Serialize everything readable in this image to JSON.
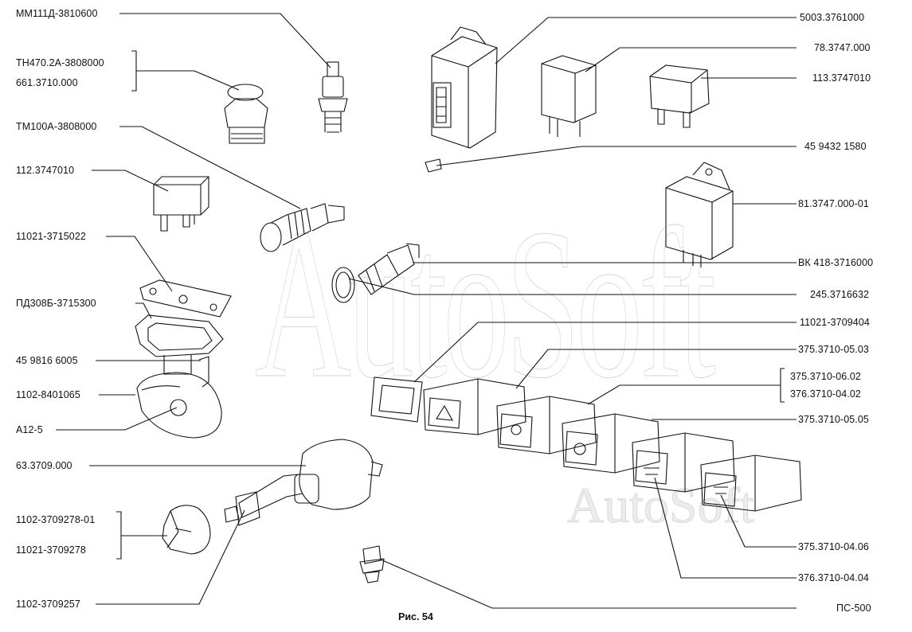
{
  "caption": "Рис. 54",
  "watermark": "AutoSoft",
  "labels_left": {
    "mm111d": "ММ111Д-3810600",
    "th470": "ТН470.2А-3808000",
    "p661": "661.3710.000",
    "tm100a": "ТМ100А-3808000",
    "p112": "112.3747010",
    "p11021_3715022": "11021-3715022",
    "pd308b": "ПД308Б-3715300",
    "p45_9816": "45 9816 6005",
    "p1102_8401065": "1102-8401065",
    "a12": "А12-5",
    "p63_3709": "63.3709.000",
    "p1102_3709278_01": "1102-3709278-01",
    "p11021_3709278": "11021-3709278",
    "p1102_3709257": "1102-3709257"
  },
  "labels_right": {
    "p5003": "5003.3761000",
    "p78": "78.3747.000",
    "p113": "113.3747010",
    "p45_9432": "45 9432 1580",
    "p81": "81.3747.000-01",
    "vk418": "ВК 418-3716000",
    "p245": "245.3716632",
    "p11021_3709404": "11021-3709404",
    "p375_05_03": "375.3710-05.03",
    "p375_06_02": "375.3710-06.02",
    "p376_04_02": "376.3710-04.02",
    "p375_05_05": "375.3710-05.05",
    "p375_04_06": "375.3710-04.06",
    "p376_04_04": "376.3710-04.04",
    "ps500": "ПС-500"
  }
}
